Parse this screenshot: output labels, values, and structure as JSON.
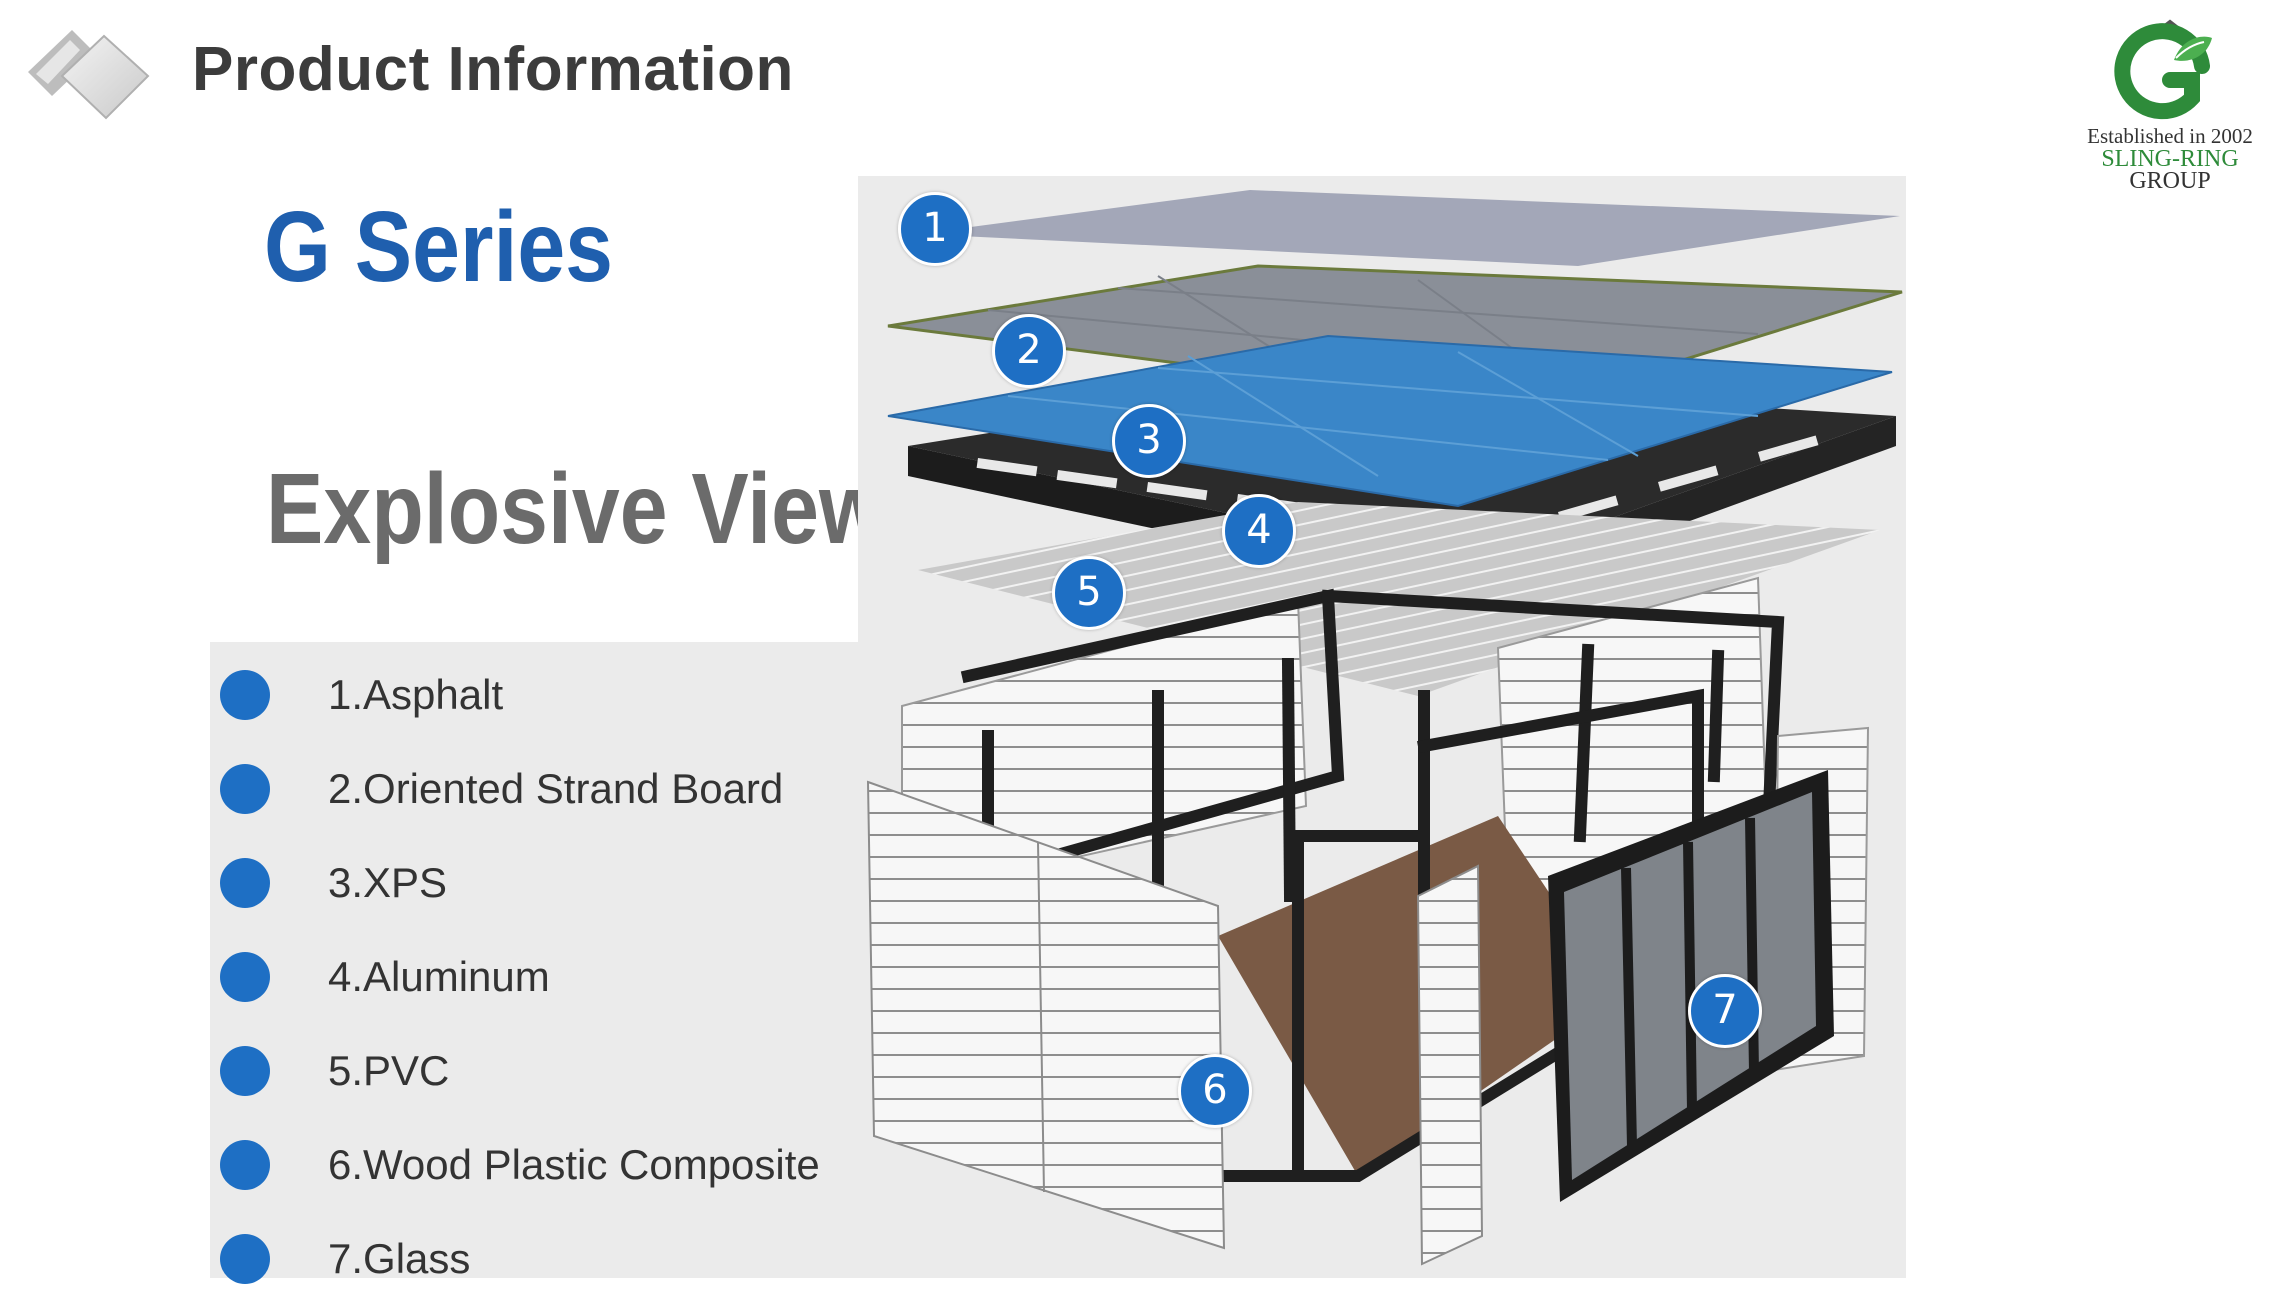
{
  "header": {
    "title": "Product Information",
    "logo_icon": "diamond-logo-icon"
  },
  "brand": {
    "established": "Established in 2002",
    "name": "SLING-RING",
    "group": "GROUP",
    "icon": "house-leaf-logo-icon",
    "colors": {
      "green": "#2e8b3a",
      "leaf": "#4caf50"
    }
  },
  "series": {
    "title": "G Series",
    "subtitle": "Explosive View"
  },
  "legend": {
    "items": [
      {
        "label": "1.Asphalt"
      },
      {
        "label": "2.Oriented Strand Board"
      },
      {
        "label": "3.XPS"
      },
      {
        "label": "4.Aluminum"
      },
      {
        "label": "5.PVC"
      },
      {
        "label": "6.Wood Plastic Composite"
      },
      {
        "label": "7.Glass"
      }
    ]
  },
  "diagram": {
    "markers": [
      "1",
      "2",
      "3",
      "4",
      "5",
      "6",
      "7"
    ],
    "colors": {
      "accent": "#1e6fc4",
      "frame": "#2b2b2b",
      "floor": "#7a5a45"
    }
  }
}
